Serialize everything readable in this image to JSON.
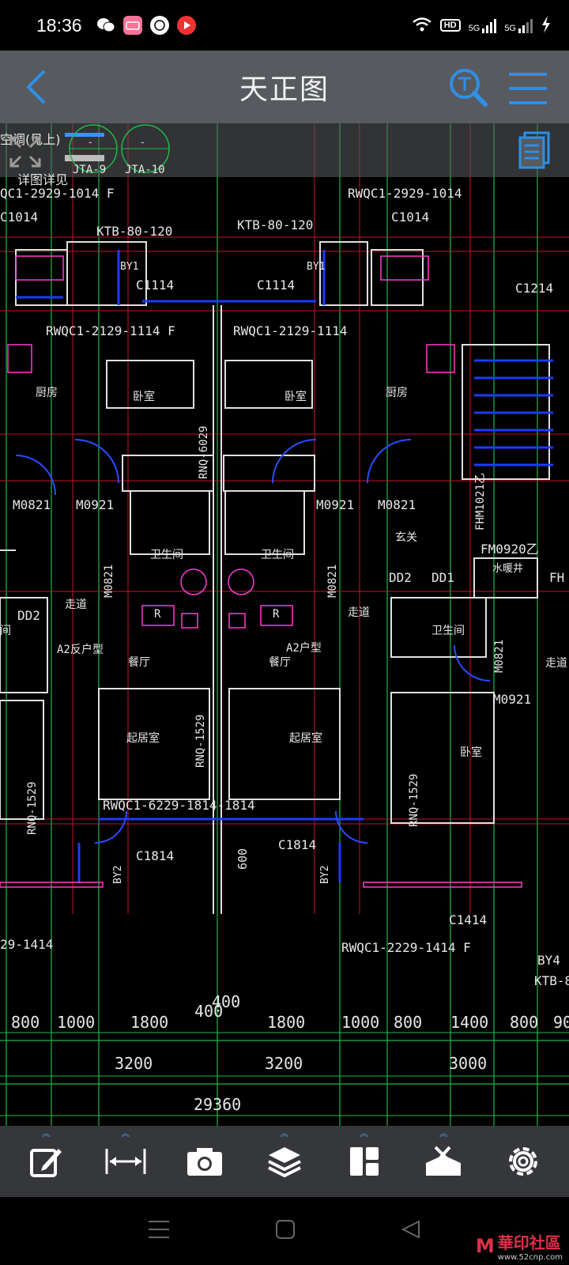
{
  "status_bar": {
    "time": "18:36",
    "apps": [
      "wechat-icon",
      "bilibili-icon",
      "sf-express-icon",
      "video-app-icon"
    ],
    "network_badge": "HD",
    "signal_1": "5G",
    "signal_2": "5G"
  },
  "title_bar": {
    "title": "天正图"
  },
  "canvas": {
    "detail_label": "详图详见",
    "overlay_left_text": "空调(见上)",
    "bubble_1": "JTA-9",
    "bubble_2": "JTA-10",
    "texts": {
      "rwqc_top_left": "QC1-2929-1014 F",
      "rwqc_top_right": "RWQC1-2929-1014",
      "c1014_left": "C1014",
      "c1014_right": "C1014",
      "ktb_left": "KTB-80-120",
      "ktb_mid": "KTB-80-120",
      "c1114_left": "C1114",
      "c1114_mid": "C1114",
      "c1214": "C1214",
      "rwqc_1114f": "RWQC1-2129-1114 F",
      "rwqc_1114": "RWQC1-2129-1114",
      "by1_left": "BY1",
      "by1_right": "BY1",
      "kitchen_left": "厨房",
      "bedroom_1": "卧室",
      "bedroom_2": "卧室",
      "kitchen_right": "厨房",
      "rnq_6029": "RNQ-6029",
      "m0821_left": "M0821",
      "m0921_left": "M0921",
      "m0921_right": "M0921",
      "m0821_right": "M0821",
      "fhm": "FHM1021乙",
      "entry_right": "玄关",
      "bath_left": "卫生间",
      "bath_right": "卫生间",
      "fm0920": "FM0920乙",
      "water_well": "水暖井",
      "fh": "FH",
      "dd2_left": "DD2",
      "dd2_right": "DD2",
      "dd1": "DD1",
      "m0821_vl": "M0821",
      "m0821_vr": "M0821",
      "corridor_left": "走道",
      "corridor_mid": "走道",
      "corridor_right": "走道",
      "bath_far_right": "卫生间",
      "bath_far_left": "间",
      "r_left": "R",
      "r_right": "R",
      "a2_left": "A2反户型",
      "a2_right": "A2户型",
      "dining_left": "餐厅",
      "dining_right": "餐厅",
      "m0821_far": "M0821",
      "m0921_far": "M0921",
      "living_left": "起居室",
      "living_right": "起居室",
      "rnq_1529": "RNQ-1529",
      "bedroom_right": "卧室",
      "rnq_1529_left": "RNQ-1529",
      "rnq_1529_right": "RNQ-1529",
      "rwqc_6229": "RWQC1-6229-1814-1814",
      "c1814_left": "C1814",
      "c1814_right": "C1814",
      "dim_600": "600",
      "by2_left": "BY2",
      "by2_right": "BY2",
      "rwqc_1414_left": "29-1414",
      "c1414": "C1414",
      "rwqc_1414f": "RWQC1-2229-1414 F",
      "by4": "BY4",
      "ktb_right": "KTB-8",
      "dim_400a": "400",
      "dim_400b": "400"
    },
    "dims_row1": [
      "800",
      "1000",
      "1800",
      "1800",
      "1000",
      "800",
      "1400",
      "800",
      "90"
    ],
    "dims_row2": [
      "3200",
      "3200",
      "3000"
    ],
    "dims_row3": "29360"
  },
  "toolbar": {
    "items": [
      "edit-icon",
      "measure-icon",
      "camera-icon",
      "layers-icon",
      "layout-icon",
      "toolbox-icon",
      "settings-icon"
    ]
  },
  "nav": {
    "items": [
      "menu-icon",
      "home-icon",
      "back-icon"
    ]
  },
  "watermark": {
    "text": "華印社區",
    "url": "www.52cnp.com"
  },
  "colors": {
    "accent": "#2f8fe8",
    "title_bg": "#575a5e",
    "toolbar_bg": "#35373a",
    "wall": "#e0e0e0",
    "grid_red": "#c8102e",
    "grid_green": "#1fb84a",
    "blue_line": "#1a3cff",
    "magenta": "#ff3bd2"
  }
}
